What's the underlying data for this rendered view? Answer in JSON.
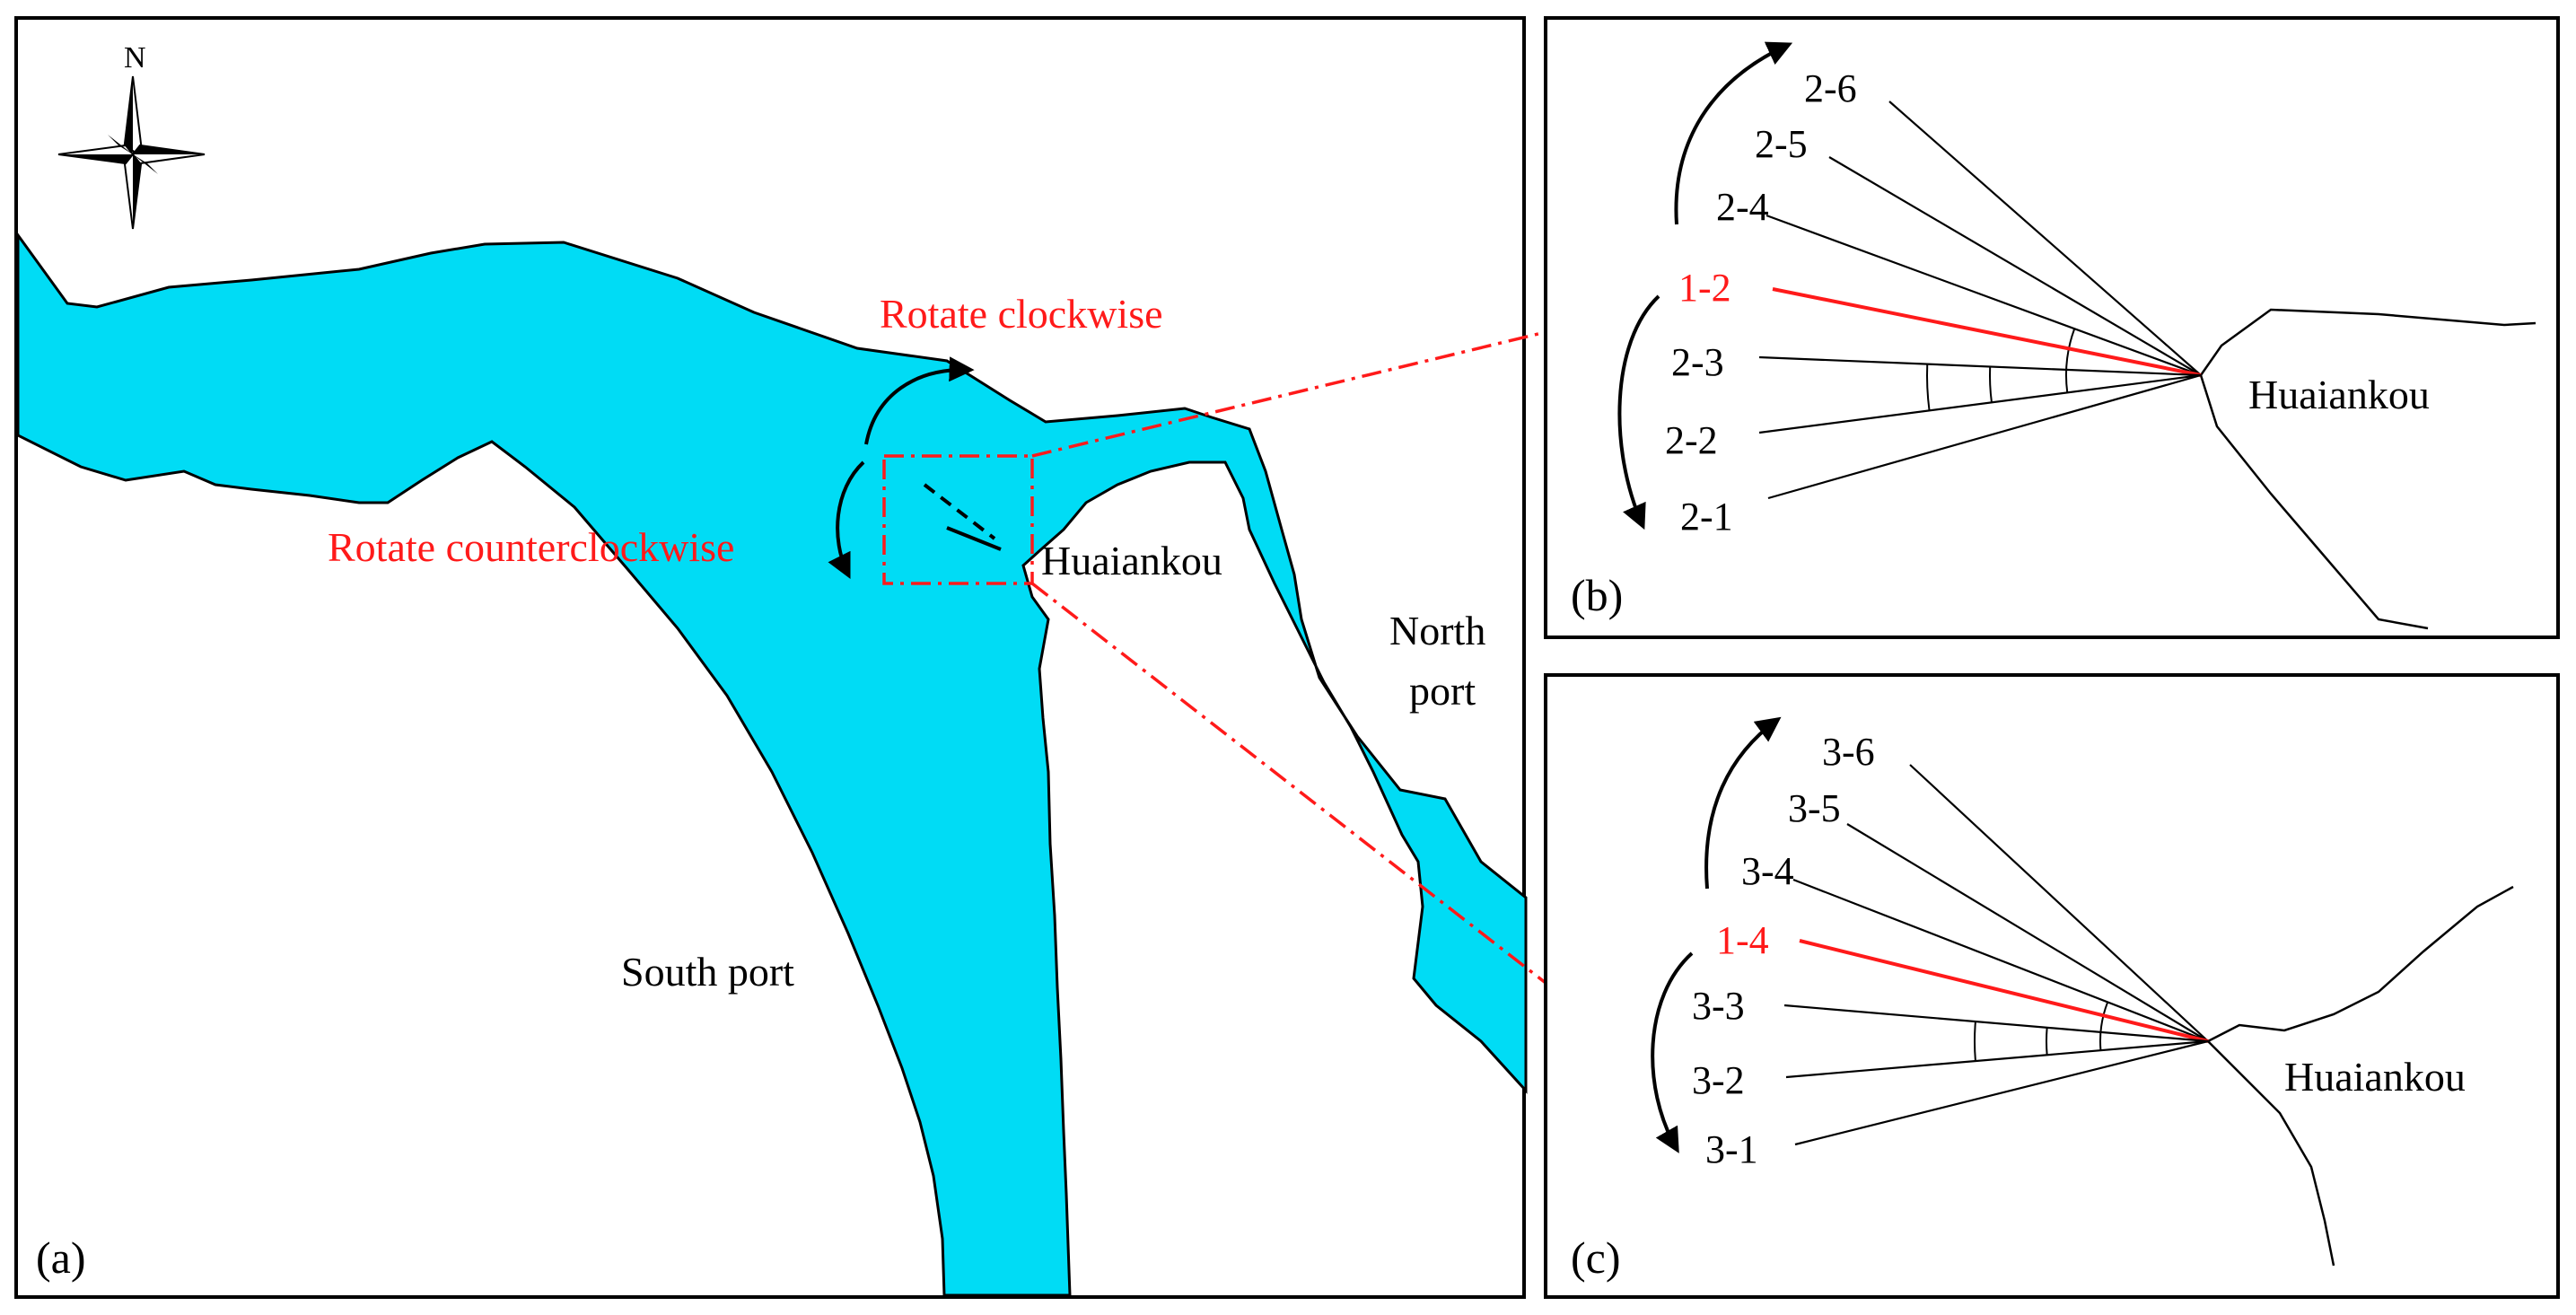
{
  "panel_a": {
    "panel_label": "(a)",
    "compass_north": "N",
    "rotate_cw": "Rotate clockwise",
    "rotate_ccw": "Rotate counterclockwise",
    "huaiankou": "Huaiankou",
    "north_port_line1": "North",
    "north_port_line2": "port",
    "south_port": "South port",
    "colors": {
      "water": "#00dcf5",
      "highlight": "#ff1a1a"
    }
  },
  "panel_b": {
    "panel_label": "(b)",
    "huaiankou": "Huaiankou",
    "rays": [
      "2-6",
      "2-5",
      "2-4",
      "1-2",
      "2-3",
      "2-2",
      "2-1"
    ],
    "highlighted": "1-2"
  },
  "panel_c": {
    "panel_label": "(c)",
    "huaiankou": "Huaiankou",
    "rays": [
      "3-6",
      "3-5",
      "3-4",
      "1-4",
      "3-3",
      "3-2",
      "3-1"
    ],
    "highlighted": "1-4"
  }
}
